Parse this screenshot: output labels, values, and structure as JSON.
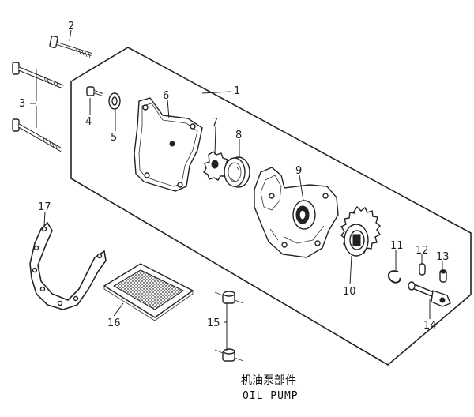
{
  "diagram": {
    "caption_cn": "机油泵部件",
    "caption_en": "OIL PUMP",
    "labels": [
      "1",
      "2",
      "3",
      "4",
      "5",
      "6",
      "7",
      "8",
      "9",
      "10",
      "11",
      "12",
      "13",
      "14",
      "15",
      "16",
      "17"
    ]
  }
}
